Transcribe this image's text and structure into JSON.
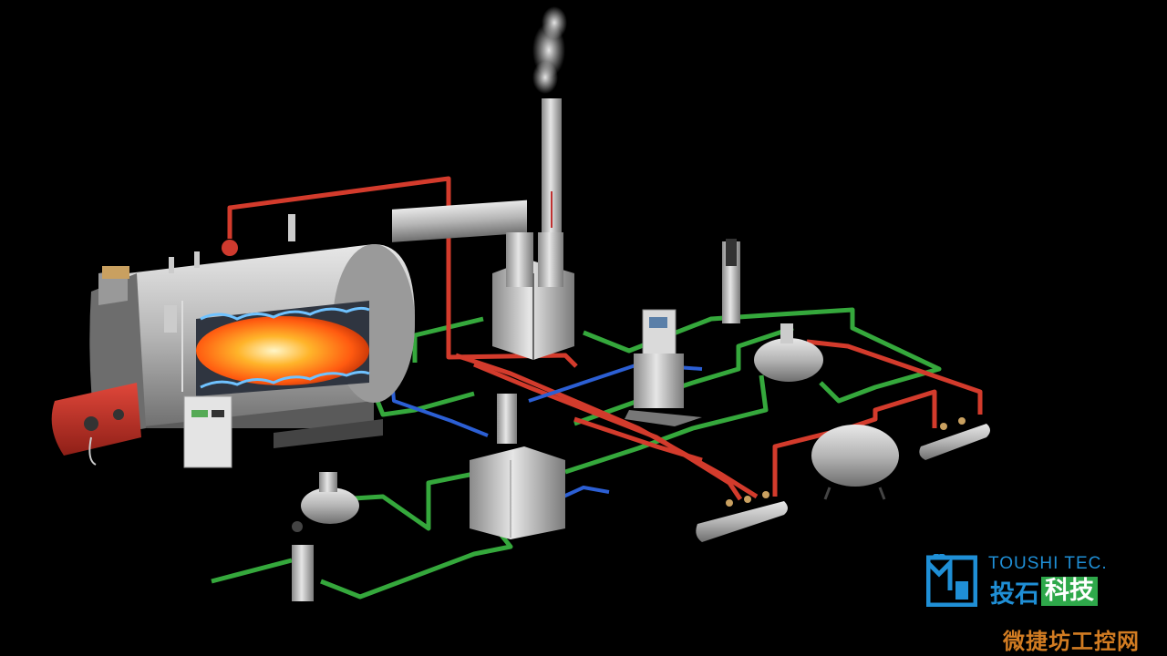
{
  "logo": {
    "brand_en": "TOUSHI TEC.",
    "brand_cn_part1": "投石",
    "brand_cn_part2": "科技",
    "colors": {
      "blue": "#1f8fd6",
      "green": "#2ea84a"
    }
  },
  "watermark": {
    "text": "微捷坊工控网",
    "color": "#e98a26"
  },
  "pipe_colors": {
    "steam": "#d33b2c",
    "water": "#35a83c",
    "feed": "#2c5fd4"
  },
  "background_color": "#000000"
}
